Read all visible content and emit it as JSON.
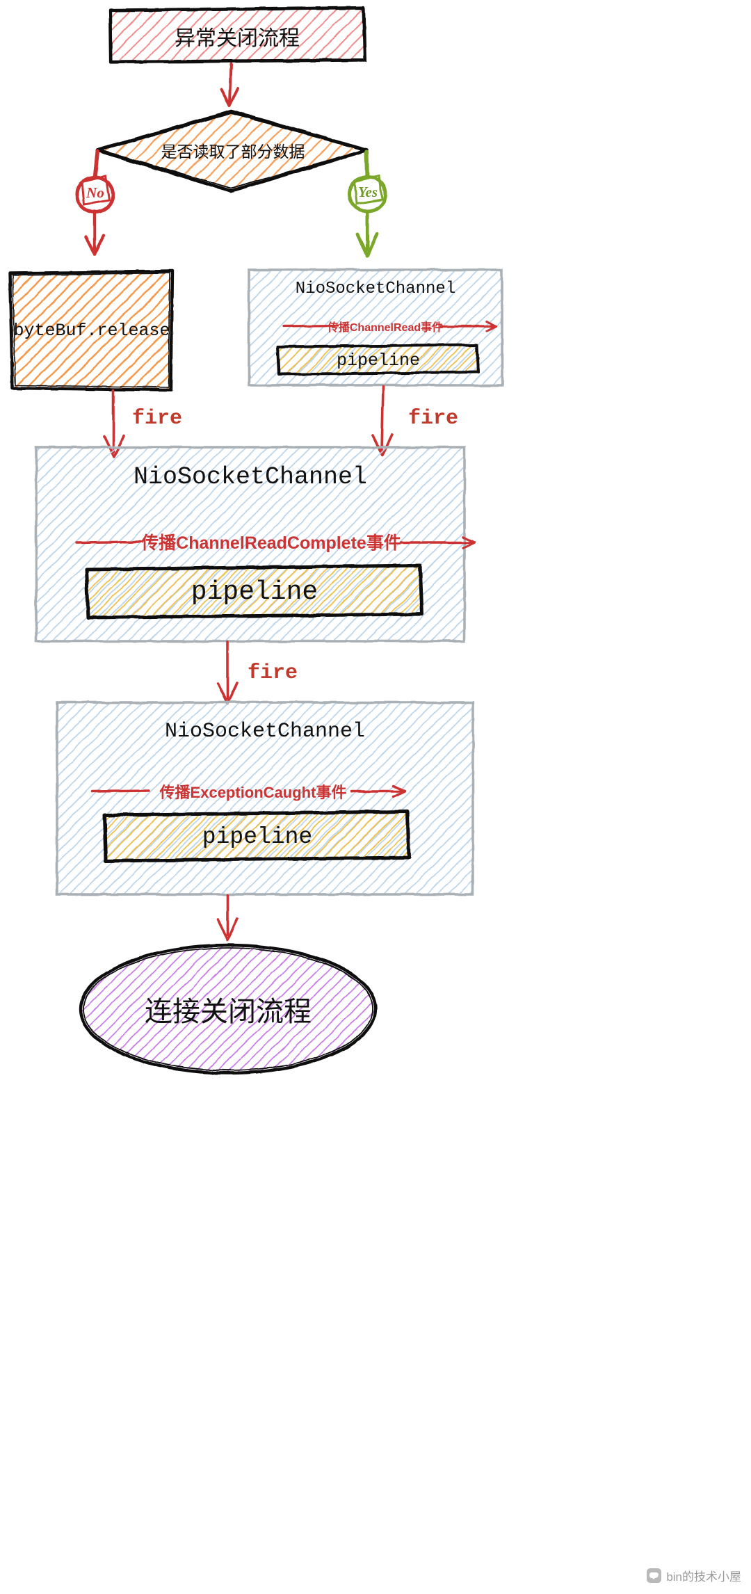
{
  "diagram": {
    "title_box": {
      "text": "异常关闭流程"
    },
    "decision": {
      "text": "是否读取了部分数据"
    },
    "branch_no": {
      "text": "No"
    },
    "branch_yes": {
      "text": "Yes"
    },
    "release_box": {
      "text": "byteBuf.release"
    },
    "channel_read_box": {
      "title": "NioSocketChannel",
      "event": "传播ChannelRead事件",
      "inner": "pipeline"
    },
    "channel_read_complete_box": {
      "title": "NioSocketChannel",
      "event": "传播ChannelReadComplete事件",
      "inner": "pipeline"
    },
    "exception_caught_box": {
      "title": "NioSocketChannel",
      "event": "传播ExceptionCaught事件",
      "inner": "pipeline"
    },
    "terminal": {
      "text": "连接关闭流程"
    },
    "fire_labels": {
      "left": "fire",
      "right": "fire",
      "middle": "fire"
    },
    "watermark": {
      "text": "bin的技术小屋"
    },
    "colors": {
      "red": "#cc3333",
      "orange": "#f0943c",
      "blue": "#9ec3e0",
      "yellow": "#eab832",
      "purple": "#b561d8",
      "ink": "#111111"
    }
  }
}
